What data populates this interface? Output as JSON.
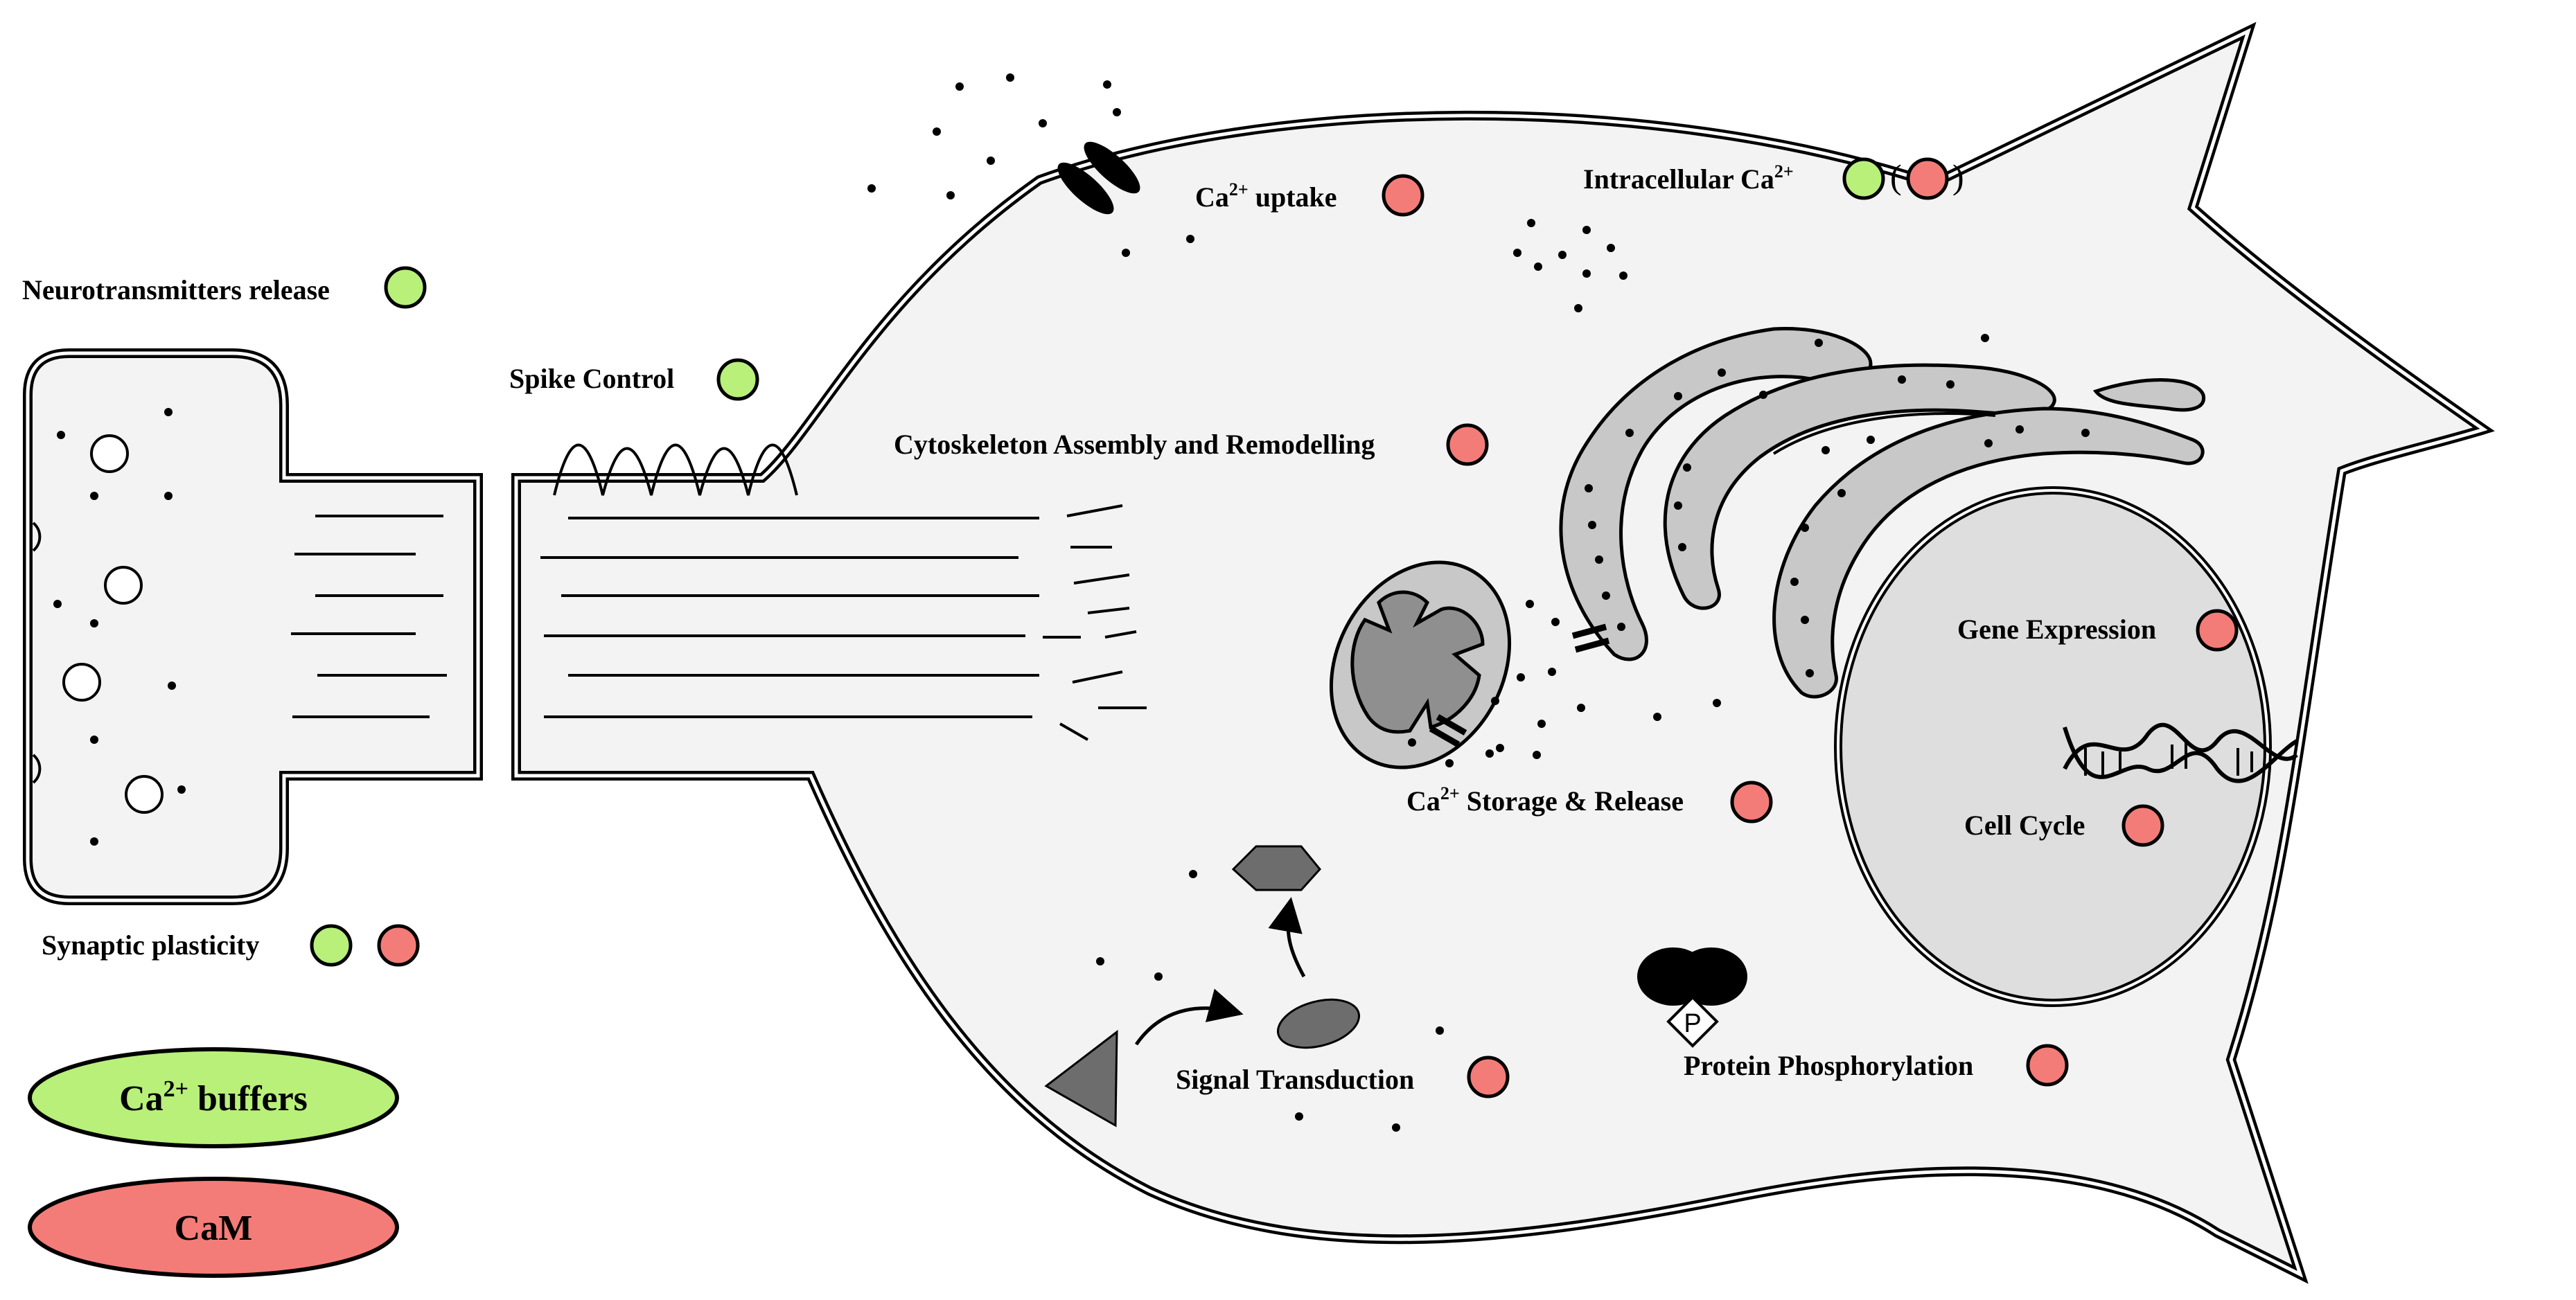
{
  "labels": {
    "neurotransmitters": "Neurotransmitters release",
    "spike": "Spike Control",
    "cytoskeleton": "Cytoskeleton Assembly and Remodelling",
    "uptake_base": "Ca",
    "uptake_sup": "2+",
    "uptake_rest": " uptake",
    "intracellular_base": "Intracellular Ca",
    "intracellular_sup": "2+",
    "open_paren": "(",
    "close_paren": ")",
    "gene": "Gene Expression",
    "cell_cycle": "Cell Cycle",
    "storage_base": "Ca",
    "storage_sup": "2+",
    "storage_rest": " Storage & Release",
    "signal": "Signal Transduction",
    "phospho": "Protein Phosphorylation",
    "phospho_p": "P",
    "synaptic": "Synaptic plasticity"
  },
  "legend": {
    "buffers_base": "Ca",
    "buffers_sup": "2+",
    "buffers_rest": " buffers",
    "cam": "CaM"
  },
  "colors": {
    "buffer_green": "#b8f07a",
    "cam_red": "#f47c78",
    "cell_fill": "#f3f3f3",
    "organelle_fill": "#c8c8c8",
    "nucleus_fill": "#dedede"
  }
}
